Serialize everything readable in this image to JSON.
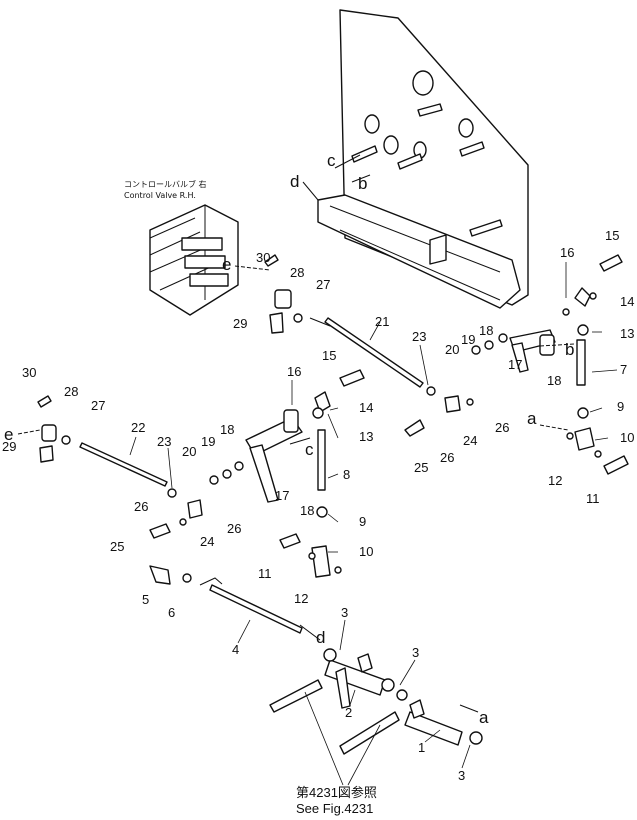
{
  "title_jp": "コントロールバルブ 右",
  "title_en": "Control Valve R.H.",
  "reference_jp": "第4231図参照",
  "reference_en": "See Fig.4231",
  "arrows": [
    "a",
    "b",
    "c",
    "d",
    "e"
  ],
  "callouts": [
    "1",
    "2",
    "3",
    "4",
    "5",
    "6",
    "7",
    "8",
    "9",
    "10",
    "11",
    "12",
    "13",
    "14",
    "15",
    "16",
    "17",
    "18",
    "19",
    "20",
    "21",
    "22",
    "23",
    "24",
    "25",
    "26",
    "27",
    "28",
    "29",
    "30"
  ]
}
